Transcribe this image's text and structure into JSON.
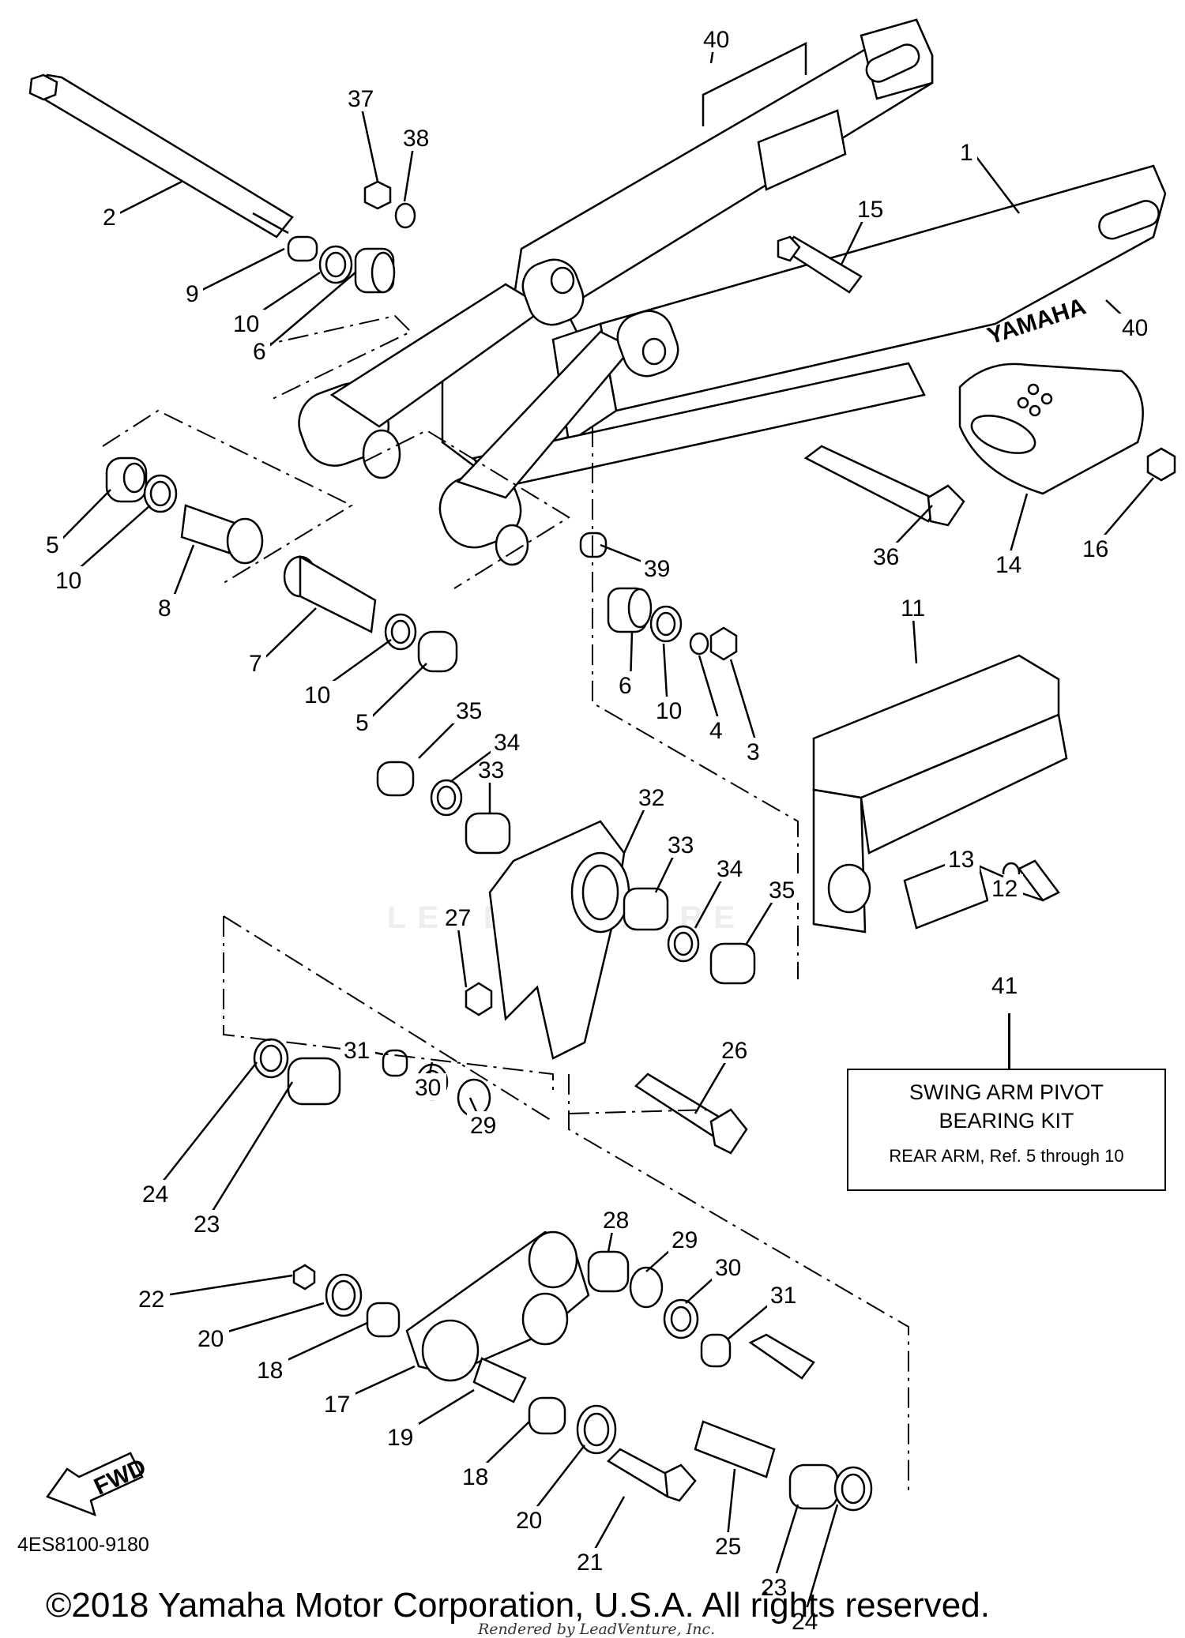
{
  "brand_text": "YAMAHA",
  "watermark": "LEADVENTURE",
  "fwd_label": "FWD",
  "callouts": [
    {
      "id": "c1",
      "text": "1"
    },
    {
      "id": "c2",
      "text": "2"
    },
    {
      "id": "c3",
      "text": "3"
    },
    {
      "id": "c4",
      "text": "4"
    },
    {
      "id": "c5a",
      "text": "5"
    },
    {
      "id": "c5b",
      "text": "5"
    },
    {
      "id": "c6a",
      "text": "6"
    },
    {
      "id": "c6b",
      "text": "6"
    },
    {
      "id": "c7",
      "text": "7"
    },
    {
      "id": "c8",
      "text": "8"
    },
    {
      "id": "c9",
      "text": "9"
    },
    {
      "id": "c10a",
      "text": "10"
    },
    {
      "id": "c10b",
      "text": "10"
    },
    {
      "id": "c10c",
      "text": "10"
    },
    {
      "id": "c10d",
      "text": "10"
    },
    {
      "id": "c11",
      "text": "11"
    },
    {
      "id": "c12",
      "text": "12"
    },
    {
      "id": "c13",
      "text": "13"
    },
    {
      "id": "c14",
      "text": "14"
    },
    {
      "id": "c15",
      "text": "15"
    },
    {
      "id": "c16",
      "text": "16"
    },
    {
      "id": "c17",
      "text": "17"
    },
    {
      "id": "c18a",
      "text": "18"
    },
    {
      "id": "c18b",
      "text": "18"
    },
    {
      "id": "c19",
      "text": "19"
    },
    {
      "id": "c20a",
      "text": "20"
    },
    {
      "id": "c20b",
      "text": "20"
    },
    {
      "id": "c21",
      "text": "21"
    },
    {
      "id": "c22",
      "text": "22"
    },
    {
      "id": "c23a",
      "text": "23"
    },
    {
      "id": "c23b",
      "text": "23"
    },
    {
      "id": "c24a",
      "text": "24"
    },
    {
      "id": "c24b",
      "text": "24"
    },
    {
      "id": "c25",
      "text": "25"
    },
    {
      "id": "c26",
      "text": "26"
    },
    {
      "id": "c27",
      "text": "27"
    },
    {
      "id": "c28",
      "text": "28"
    },
    {
      "id": "c29a",
      "text": "29"
    },
    {
      "id": "c29b",
      "text": "29"
    },
    {
      "id": "c30a",
      "text": "30"
    },
    {
      "id": "c30b",
      "text": "30"
    },
    {
      "id": "c31a",
      "text": "31"
    },
    {
      "id": "c31b",
      "text": "31"
    },
    {
      "id": "c32",
      "text": "32"
    },
    {
      "id": "c33a",
      "text": "33"
    },
    {
      "id": "c33b",
      "text": "33"
    },
    {
      "id": "c34a",
      "text": "34"
    },
    {
      "id": "c34b",
      "text": "34"
    },
    {
      "id": "c35a",
      "text": "35"
    },
    {
      "id": "c35b",
      "text": "35"
    },
    {
      "id": "c36",
      "text": "36"
    },
    {
      "id": "c37",
      "text": "37"
    },
    {
      "id": "c38",
      "text": "38"
    },
    {
      "id": "c39",
      "text": "39"
    },
    {
      "id": "c40a",
      "text": "40"
    },
    {
      "id": "c40b",
      "text": "40"
    }
  ],
  "kit": {
    "number": "41",
    "title_line1": "SWING ARM PIVOT",
    "title_line2": "BEARING KIT",
    "subtitle": "REAR ARM, Ref.  5 through 10"
  },
  "ref_code": "4ES8100-9180",
  "copyright": "©2018 Yamaha Motor Corporation, U.S.A. All rights reserved.",
  "rendered_by": "Rendered by LeadVenture, Inc."
}
